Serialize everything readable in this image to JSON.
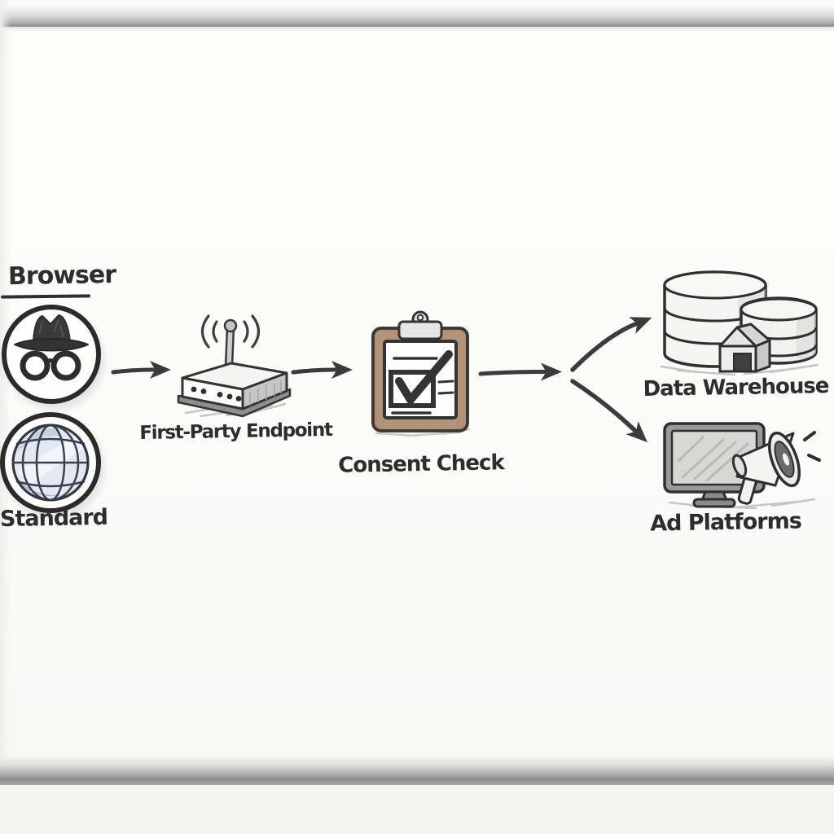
{
  "diagram": {
    "style": "hand-drawn whiteboard flow diagram",
    "labels": {
      "browser": "Browser",
      "standard": "Standard",
      "endpoint": "First-Party Endpoint",
      "consent": "Consent Check",
      "warehouse": "Data Warehouse",
      "ad_platforms": "Ad Platforms"
    },
    "icons": [
      {
        "name": "incognito-hat-glasses-icon",
        "for": "Browser"
      },
      {
        "name": "globe-icon",
        "for": "Standard"
      },
      {
        "name": "wireless-router-icon",
        "for": "First-Party Endpoint"
      },
      {
        "name": "clipboard-check-icon",
        "for": "Consent Check"
      },
      {
        "name": "database-warehouse-icon",
        "for": "Data Warehouse"
      },
      {
        "name": "monitor-megaphone-icon",
        "for": "Ad Platforms"
      }
    ],
    "edges": [
      {
        "from": "Browser",
        "to": "First-Party Endpoint"
      },
      {
        "from": "First-Party Endpoint",
        "to": "Consent Check"
      },
      {
        "from": "Consent Check",
        "to": "Data Warehouse"
      },
      {
        "from": "Consent Check",
        "to": "Ad Platforms"
      }
    ],
    "colors": {
      "ink": "#333333",
      "whiteboard": "#fbfbfa",
      "rail_metal": "#b0b0b0",
      "clipboard_tan": "#b29378",
      "globe_blue": "#a9b5c9"
    }
  }
}
